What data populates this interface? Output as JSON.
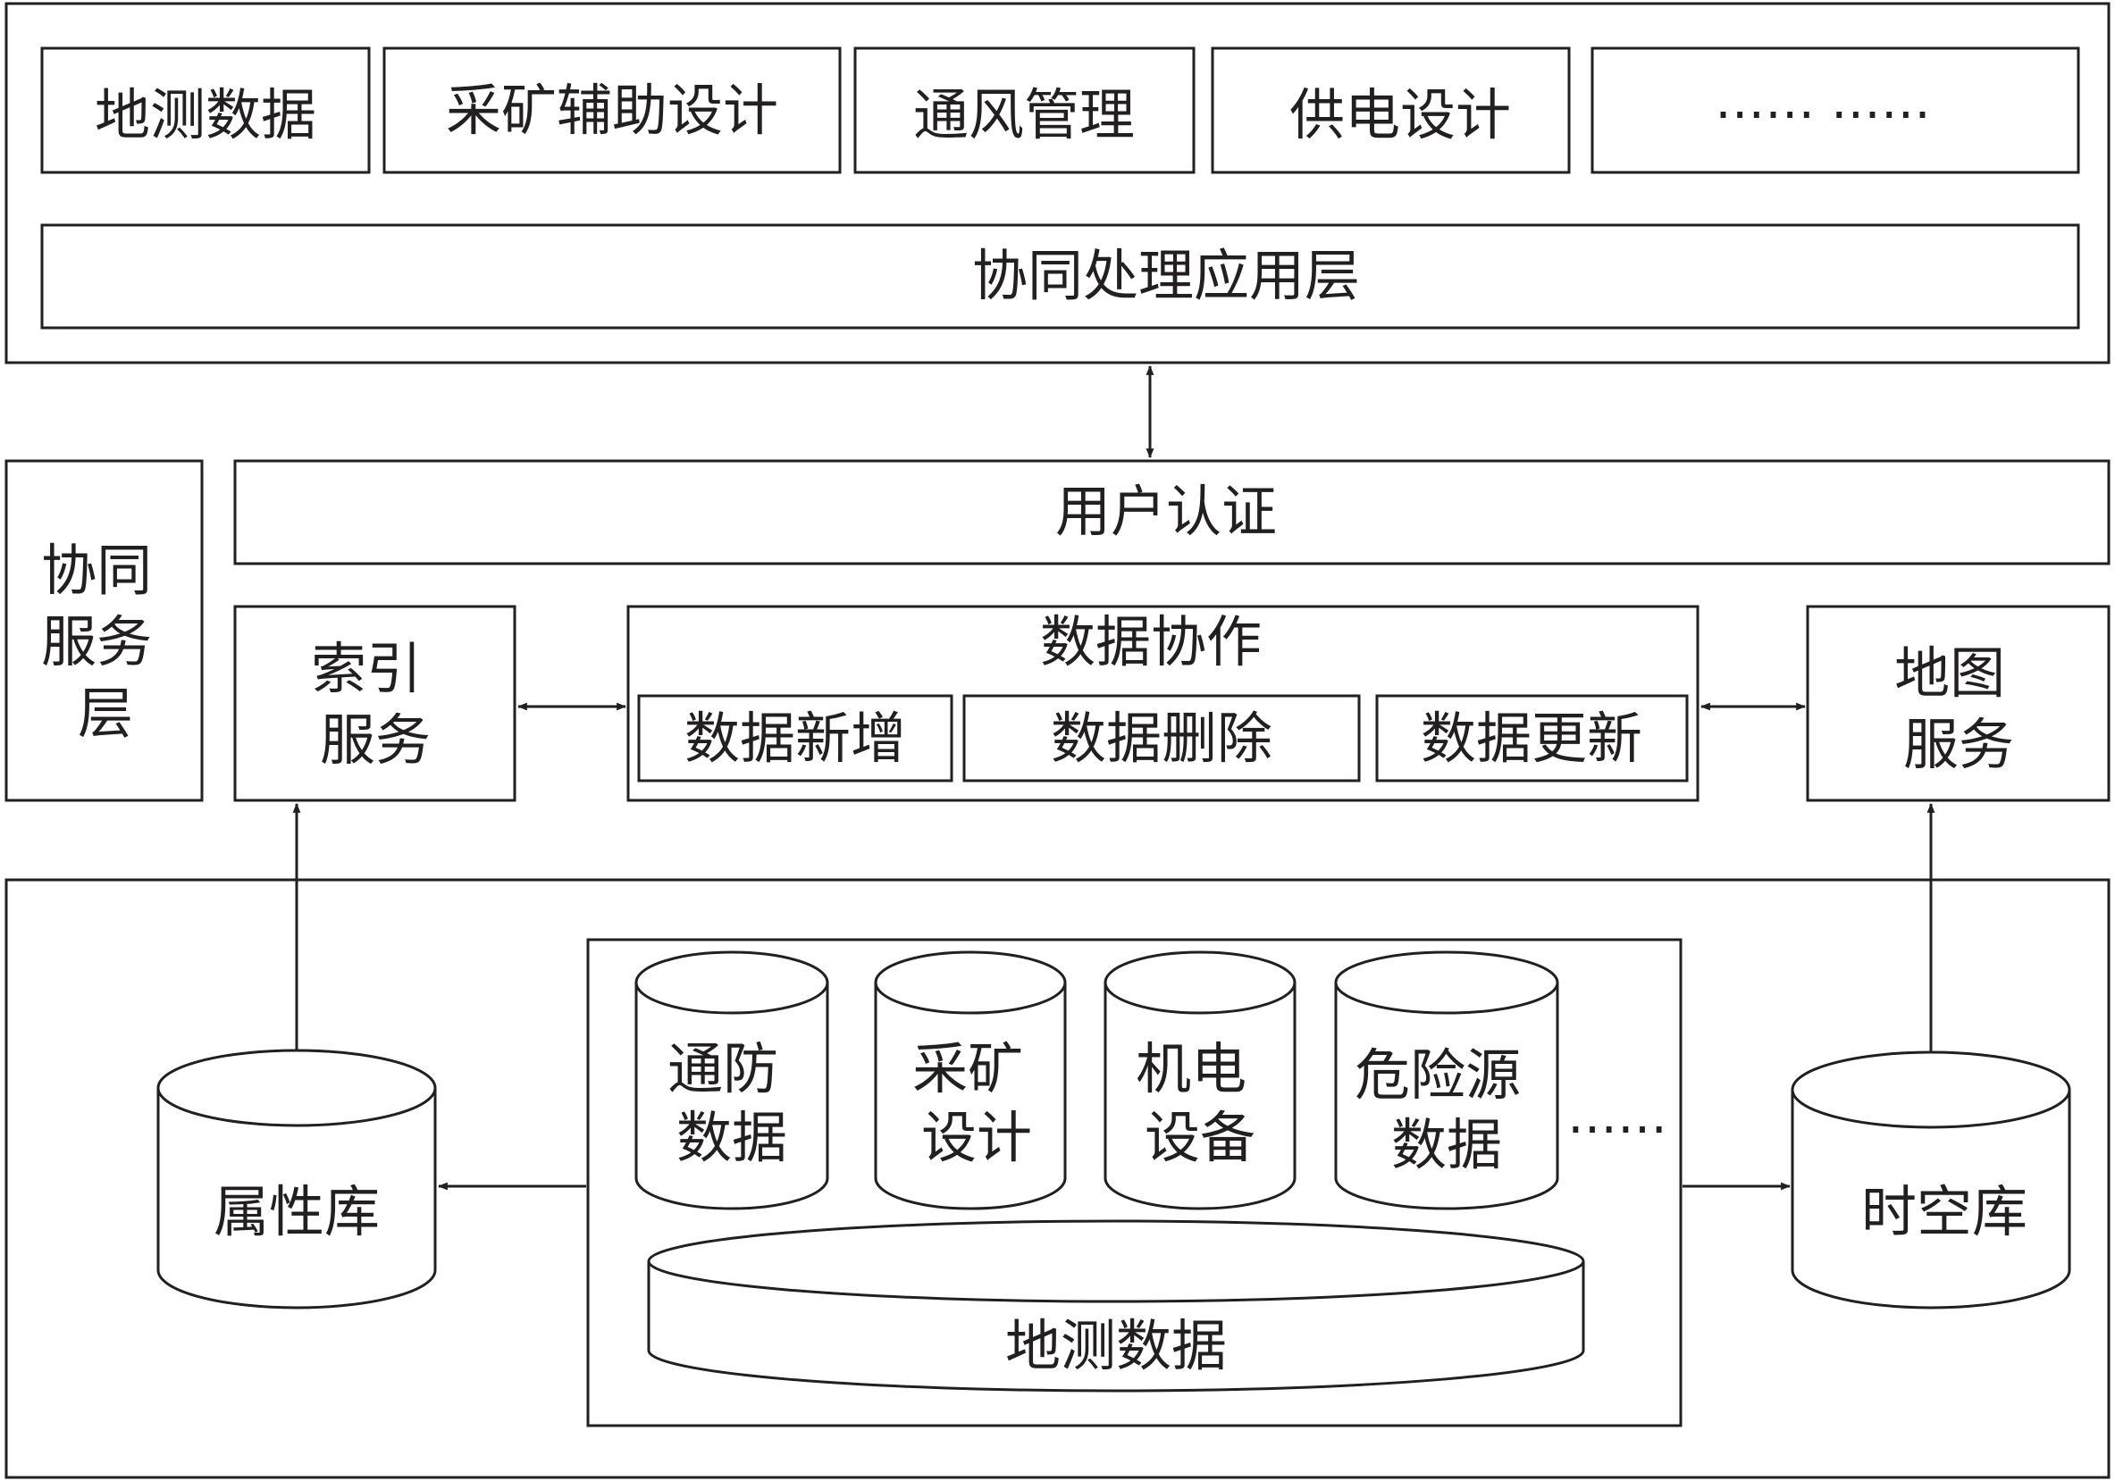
{
  "application_layer": {
    "modules": [
      "地测数据",
      "采矿辅助设计",
      "通风管理",
      "供电设计",
      "…… ……"
    ],
    "title": "协同处理应用层"
  },
  "service_layer": {
    "title_lines": [
      "协同",
      "服务",
      "层"
    ],
    "user_auth": "用户认证",
    "index_service": [
      "索引",
      "服务"
    ],
    "data_collab": {
      "title": "数据协作",
      "ops": [
        "数据新增",
        "数据删除",
        "数据更新"
      ]
    },
    "map_service": [
      "地图",
      "服务"
    ]
  },
  "data_layer": {
    "attribute_db": "属性库",
    "spatiotemporal_db": "时空库",
    "databases": [
      [
        "通防",
        "数据"
      ],
      [
        "采矿",
        "设计"
      ],
      [
        "机电",
        "设备"
      ],
      [
        "危险源",
        "数据"
      ]
    ],
    "more": "……",
    "base": "地测数据"
  }
}
